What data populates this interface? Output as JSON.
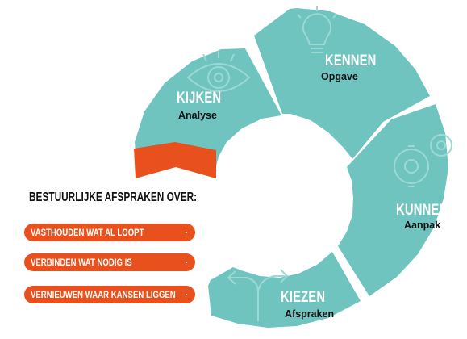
{
  "stages": [
    {
      "id": "kijken",
      "title": "KIJKEN",
      "subtitle": "Analyse",
      "icon": "eye-icon"
    },
    {
      "id": "kennen",
      "title": "KENNEN",
      "subtitle": "Opgave",
      "icon": "lightbulb-icon"
    },
    {
      "id": "kunnen",
      "title": "KUNNEN",
      "subtitle": "Aanpak",
      "icon": "gears-icon"
    },
    {
      "id": "kiezen",
      "title": "KIEZEN",
      "subtitle": "Afspraken",
      "icon": "split-arrows-icon"
    }
  ],
  "agreements": {
    "heading": "BESTUURLIJKE AFSPRAKEN OVER:",
    "items": [
      {
        "label": "VASTHOUDEN WAT AL LOOPT"
      },
      {
        "label": "VERBINDEN WAT NODIG IS"
      },
      {
        "label": "VERNIEUWEN WAAR KANSEN LIGGEN"
      }
    ]
  },
  "colors": {
    "teal": "#70c4c0",
    "icon_line": "#9cd8d4",
    "accent": "#e8501e",
    "text_dark": "#111111",
    "text_light": "#ffffff"
  }
}
